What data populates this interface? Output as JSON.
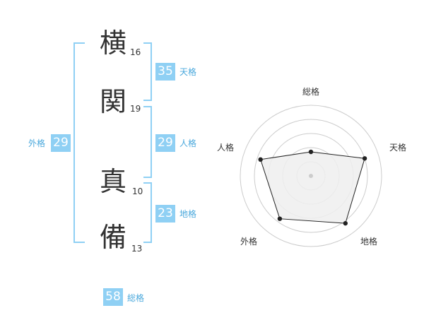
{
  "characters": [
    {
      "char": "横",
      "strokes": "16"
    },
    {
      "char": "関",
      "strokes": "19"
    },
    {
      "char": "真",
      "strokes": "10"
    },
    {
      "char": "備",
      "strokes": "13"
    }
  ],
  "scores": {
    "tenkaku": {
      "label": "天格",
      "value": "35"
    },
    "jinkaku": {
      "label": "人格",
      "value": "29"
    },
    "chikaku": {
      "label": "地格",
      "value": "23"
    },
    "gaikaku": {
      "label": "外格",
      "value": "29"
    },
    "soukaku": {
      "label": "総格",
      "value": "58"
    }
  },
  "radar": {
    "labels": {
      "top": "総格",
      "right": "天格",
      "bottom_right": "地格",
      "bottom_left": "外格",
      "left": "人格"
    },
    "levels": [
      0.34,
      0.8,
      0.83,
      0.75,
      0.75
    ],
    "colors": {
      "ring": "#cccccc",
      "fill": "#efefef",
      "line": "#222222",
      "point": "#222222",
      "center": "#cccccc"
    }
  },
  "colors": {
    "accent": "#8fd0f4",
    "label": "#4aa8dc",
    "text": "#333333"
  }
}
